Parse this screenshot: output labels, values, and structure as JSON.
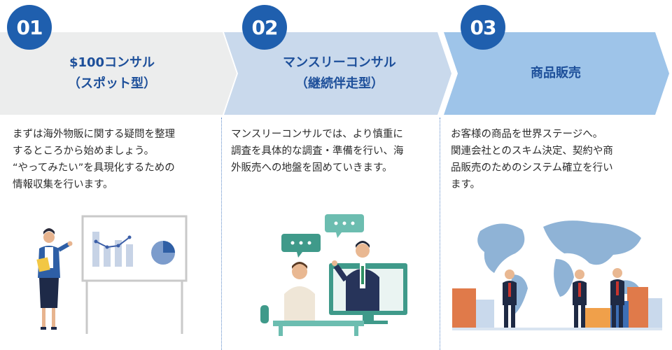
{
  "steps": [
    {
      "number": "01",
      "title_line1": "$100コンサル",
      "title_line2": "（スポット型）",
      "description": "まずは海外物販に関する疑問を整理\nするところから始めましょう。\n“やってみたい”を具現化するための\n情報収集を行います。",
      "illustration": "presenter-with-whiteboard-chart"
    },
    {
      "number": "02",
      "title_line1": "マンスリーコンサル",
      "title_line2": "（継続伴走型）",
      "description": "マンスリーコンサルでは、より慎重に\n調査を具体的な調査・準備を行い、海\n外販売への地盤を固めていきます。",
      "illustration": "online-video-consultation"
    },
    {
      "number": "03",
      "title_line1": "商品販売",
      "title_line2": "",
      "description": "お客様の商品を世界ステージへ。\n関連会社とのスキム決定、契約や商\n品販売のためのシステム確立を行い\nます。",
      "illustration": "business-people-world-map"
    }
  ],
  "colors": {
    "badge": "#1f5fae",
    "title_text": "#1d4f9a",
    "arrow1": "#eceded",
    "arrow2": "#c9d9ec",
    "arrow3": "#9ec4e9",
    "divider": "#5b88c8"
  }
}
